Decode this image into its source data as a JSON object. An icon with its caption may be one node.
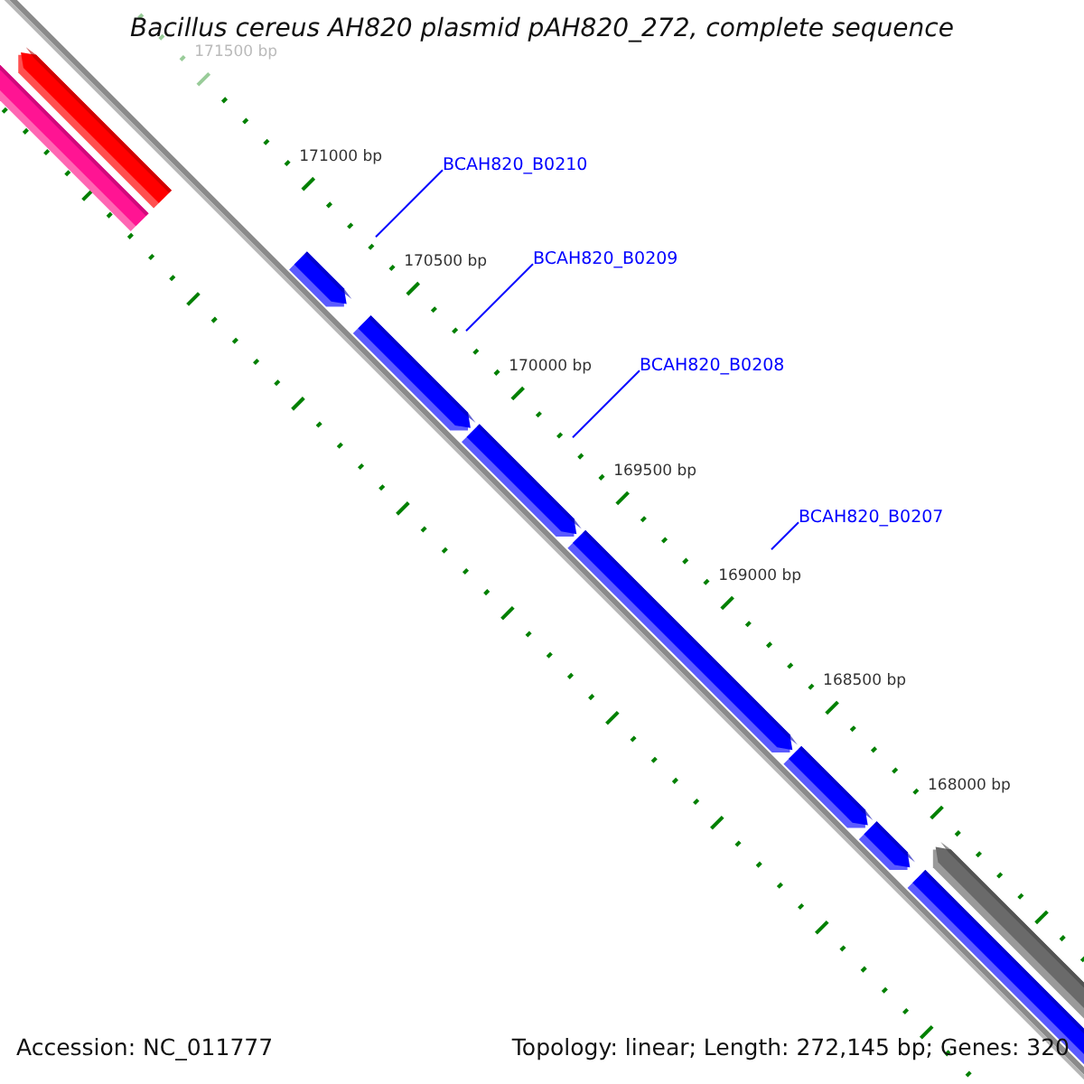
{
  "diagram": {
    "title": "Bacillus cereus AH820 plasmid pAH820_272, complete sequence",
    "nodes": [
      {
        "text": [
          "BCAH820_B0210"
        ]
      },
      {
        "text": [
          "BCAH820_B0209"
        ]
      },
      {
        "text": [
          "BCAH820_B0208"
        ]
      },
      {
        "text": [
          "BCAH820_B0207"
        ]
      }
    ],
    "edges": [
      {
        "from": 0,
        "to": null,
        "arrow": "none"
      },
      {
        "from": 1,
        "to": null,
        "arrow": "none"
      },
      {
        "from": 2,
        "to": null,
        "arrow": "none"
      },
      {
        "from": 3,
        "to": null,
        "arrow": "none"
      }
    ],
    "labels": [
      "171500 bp",
      "171000 bp",
      "170500 bp",
      "170000 bp",
      "169500 bp",
      "169000 bp",
      "168500 bp",
      "168000 bp",
      "Accession: NC_011777",
      "Topology: linear; Length: 272,145 bp; Genes: 320"
    ]
  }
}
